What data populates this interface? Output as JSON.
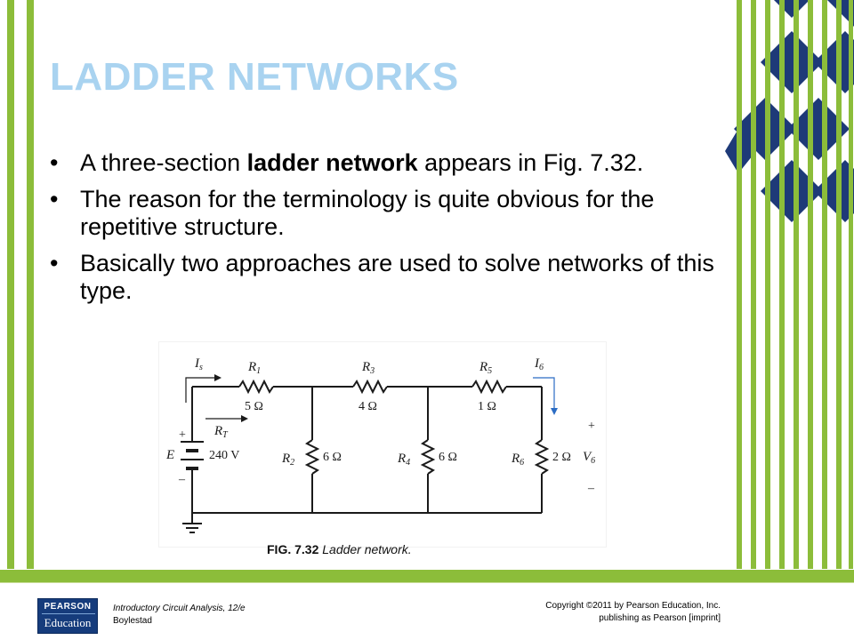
{
  "slide": {
    "title": "LADDER NETWORKS",
    "bullets": [
      {
        "pre": "A three-section ",
        "bold": "ladder network",
        "post": " appears in Fig. 7.32."
      },
      {
        "pre": "The reason for the terminology is quite obvious for the repetitive structure.",
        "bold": "",
        "post": ""
      },
      {
        "pre": "Basically two approaches are used to solve networks of this type.",
        "bold": "",
        "post": ""
      }
    ],
    "bullet_glyph": "•"
  },
  "figure": {
    "caption_num": "FIG. 7.32",
    "caption_text": " Ladder network.",
    "labels": {
      "Is": "I",
      "Is_sub": "s",
      "RT": "R",
      "RT_sub": "T",
      "E": "E",
      "E_value": "240 V",
      "R1": "R",
      "R1_sub": "1",
      "R1_value": "5 Ω",
      "R2": "R",
      "R2_sub": "2",
      "R2_value": "6 Ω",
      "R3": "R",
      "R3_sub": "3",
      "R3_value": "4 Ω",
      "R4": "R",
      "R4_sub": "4",
      "R4_value": "6 Ω",
      "R5": "R",
      "R5_sub": "5",
      "R5_value": "1 Ω",
      "R6": "R",
      "R6_sub": "6",
      "R6_value": "2 Ω",
      "I6": "I",
      "I6_sub": "6",
      "V6": "V",
      "V6_sub": "6",
      "plus": "+",
      "minus": "–"
    },
    "colors": {
      "wire": "#1a1a1a",
      "accent": "#2b6cc4"
    }
  },
  "footer": {
    "logo_top": "PEARSON",
    "logo_bottom": "Education",
    "book": "Introductory Circuit Analysis, 12/e",
    "author": "Boylestad",
    "copyright": "Copyright ©2011 by Pearson Education, Inc.",
    "publisher": "publishing as Pearson [imprint]"
  },
  "theme": {
    "title_color": "#a9d3f0",
    "stripe_green": "#8cbd3a",
    "diamond_navy": "#1e3a78"
  }
}
